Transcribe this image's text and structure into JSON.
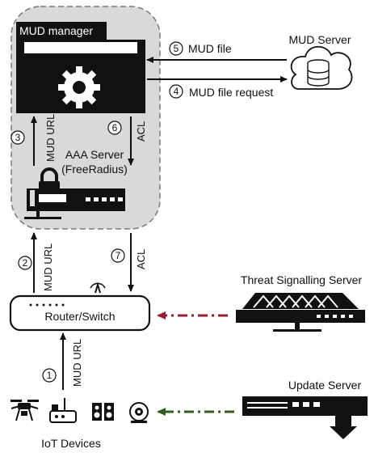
{
  "mud_manager": {
    "title": "MUD manager"
  },
  "aaa_server": {
    "line1": "AAA Server",
    "line2": "(FreeRadius)"
  },
  "mud_server": {
    "label": "MUD Server"
  },
  "router": {
    "label": "Router/Switch"
  },
  "threat_server": {
    "label": "Threat Signalling Server"
  },
  "update_server": {
    "label": "Update Server"
  },
  "iot": {
    "label": "IoT Devices"
  },
  "steps": [
    {
      "num": "1",
      "label": "MUD URL"
    },
    {
      "num": "2",
      "label": "MUD URL"
    },
    {
      "num": "3",
      "label": "MUD URL"
    },
    {
      "num": "4",
      "label": "MUD file request"
    },
    {
      "num": "5",
      "label": "MUD file"
    },
    {
      "num": "6",
      "label": "ACL"
    },
    {
      "num": "7",
      "label": "ACL"
    }
  ],
  "colors": {
    "container_fill": "#d9d9d9",
    "threat_arrow": "#9b1c2c",
    "update_arrow": "#2f5f1a",
    "ink": "#111111"
  }
}
